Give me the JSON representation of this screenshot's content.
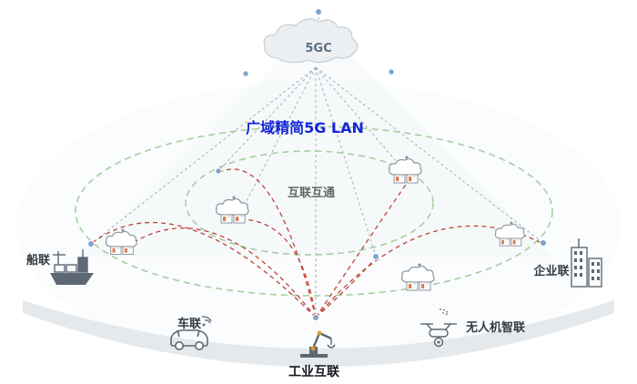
{
  "diagram": {
    "core": {
      "label": "5GC"
    },
    "network_label": "广域精简5G LAN",
    "center_label": "互联互通",
    "nodes": {
      "ship": {
        "label": "船联"
      },
      "enterprise": {
        "label": "企业联"
      },
      "vehicle": {
        "label": "车联"
      },
      "drone": {
        "label": "无人机智联"
      },
      "industry": {
        "label": "工业互联"
      }
    },
    "colors": {
      "network_label_blue": "#1526d9",
      "ellipse_green": "#a4cf9f",
      "arc_red": "#bf4538",
      "dot_blue": "#7fa3cc",
      "icon_gray": "#5d6873",
      "server_accent_orange": "#dd7a52",
      "cloud_fill": "#eceff2",
      "band_gray": "#e6e9ec"
    }
  }
}
